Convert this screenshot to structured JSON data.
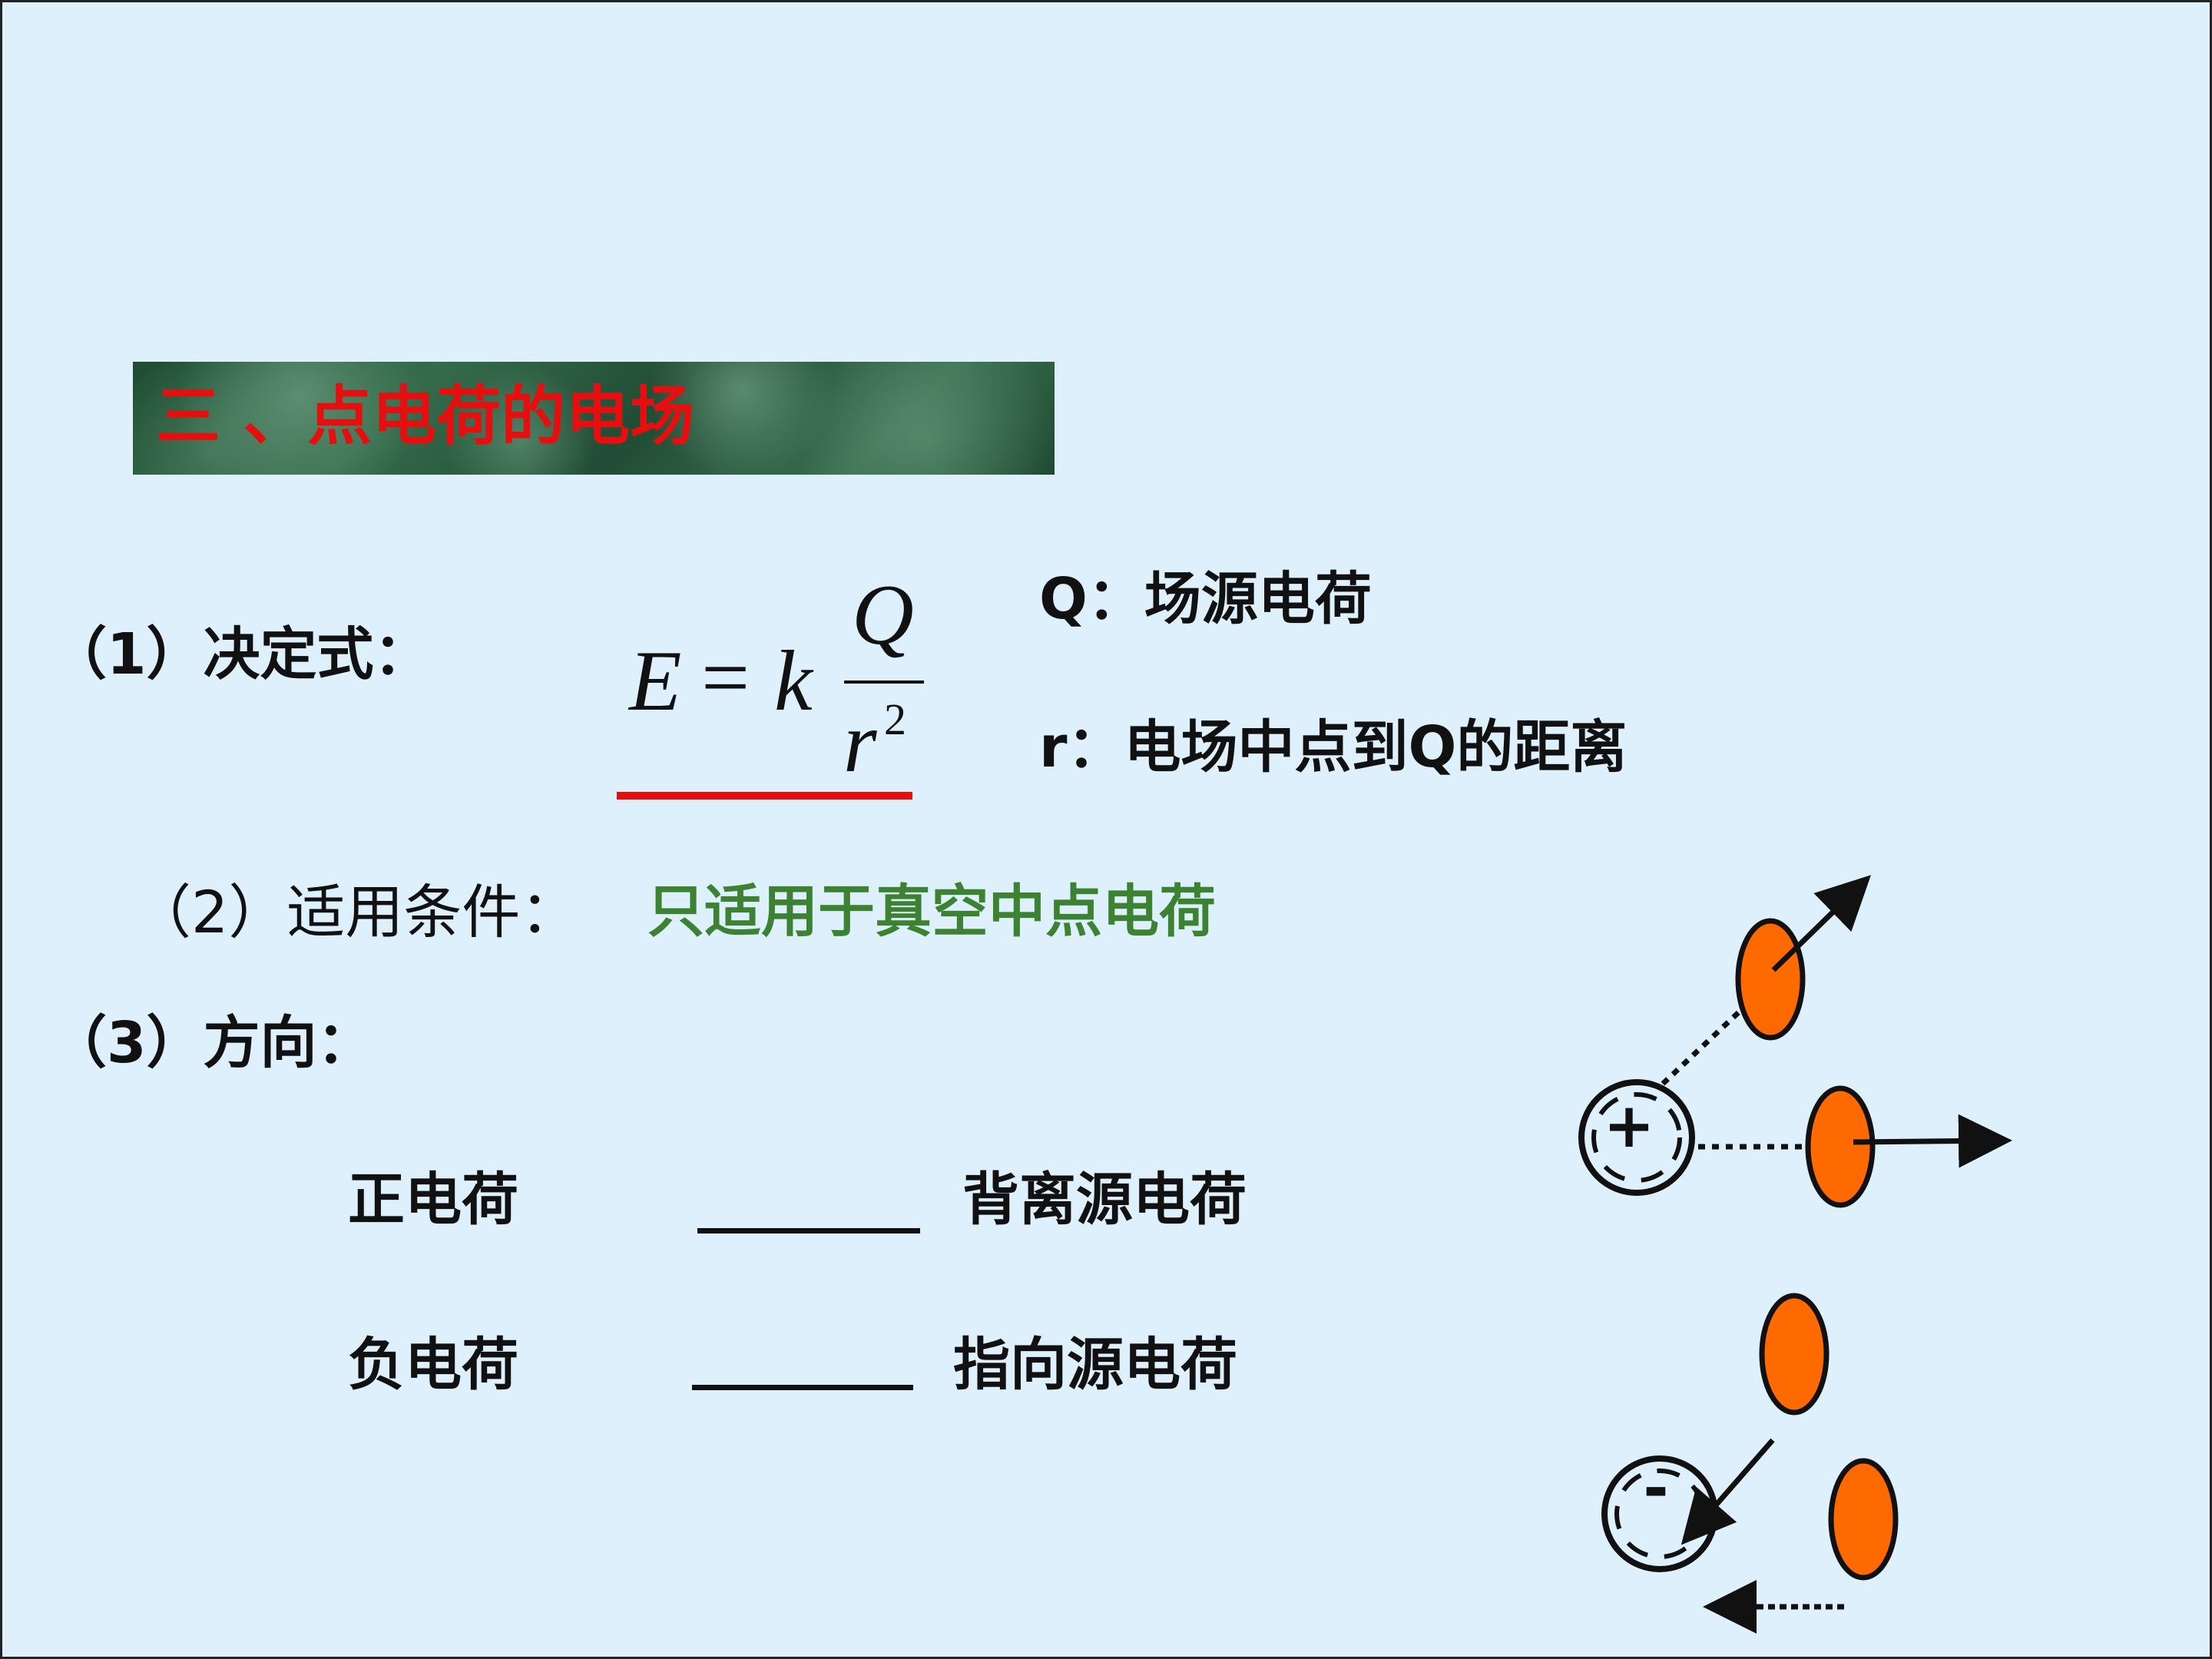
{
  "title": "三 、点电荷的电场",
  "formula": {
    "lhs": "E",
    "eq": "=",
    "k": "k",
    "numerator": "Q",
    "denominator": "r",
    "exponent": "2"
  },
  "legend": {
    "q_line": "Q：场源电荷",
    "r_line": "r：电场中点到Q的距离"
  },
  "items": {
    "item1_label": "（1）决定式：",
    "item2_label": "（2）适用条件：",
    "item2_value": "只适用于真空中点电荷",
    "item3_label": "（3）方向："
  },
  "direction": {
    "positive_label": "正电荷",
    "positive_value": "背离源电荷",
    "negative_label": "负电荷",
    "negative_value": "指向源电荷"
  },
  "diagram": {
    "positive_sign": "+",
    "negative_sign": "-",
    "orange": "#ff6a00"
  },
  "colors": {
    "title": "#e60f0f",
    "highlight_green": "#3c8232",
    "underline_red": "#e60f0f"
  }
}
